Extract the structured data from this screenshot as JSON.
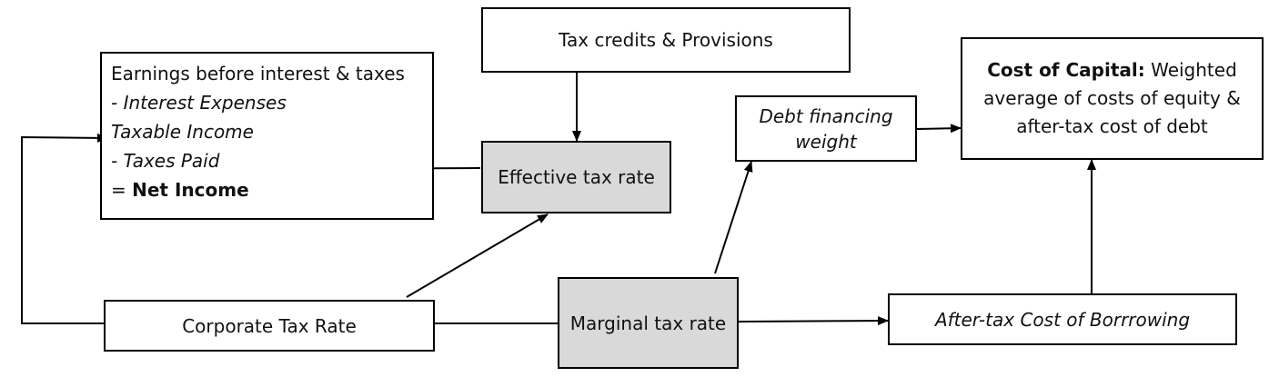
{
  "income_statement": {
    "line1": "Earnings before interest & taxes",
    "line2": "- Interest Expenses",
    "line3": "Taxable Income",
    "line4": "- Taxes Paid",
    "line5_prefix": "= ",
    "line5_bold": "Net Income"
  },
  "tax_credits": "Tax credits & Provisions",
  "effective_tax_rate": "Effective tax rate",
  "debt_financing_weight": {
    "line1": "Debt financing",
    "line2": "weight"
  },
  "cost_of_capital": {
    "bold": "Cost of Capital:",
    "rest": " Weighted average of costs of equity & after-tax cost of debt"
  },
  "corporate_tax_rate": "Corporate Tax Rate",
  "marginal_tax_rate": "Marginal tax rate",
  "after_tax_cost": "After-tax Cost of Borrrowing",
  "colors": {
    "shaded_box": "#d9d9d9",
    "stroke": "#000000"
  }
}
